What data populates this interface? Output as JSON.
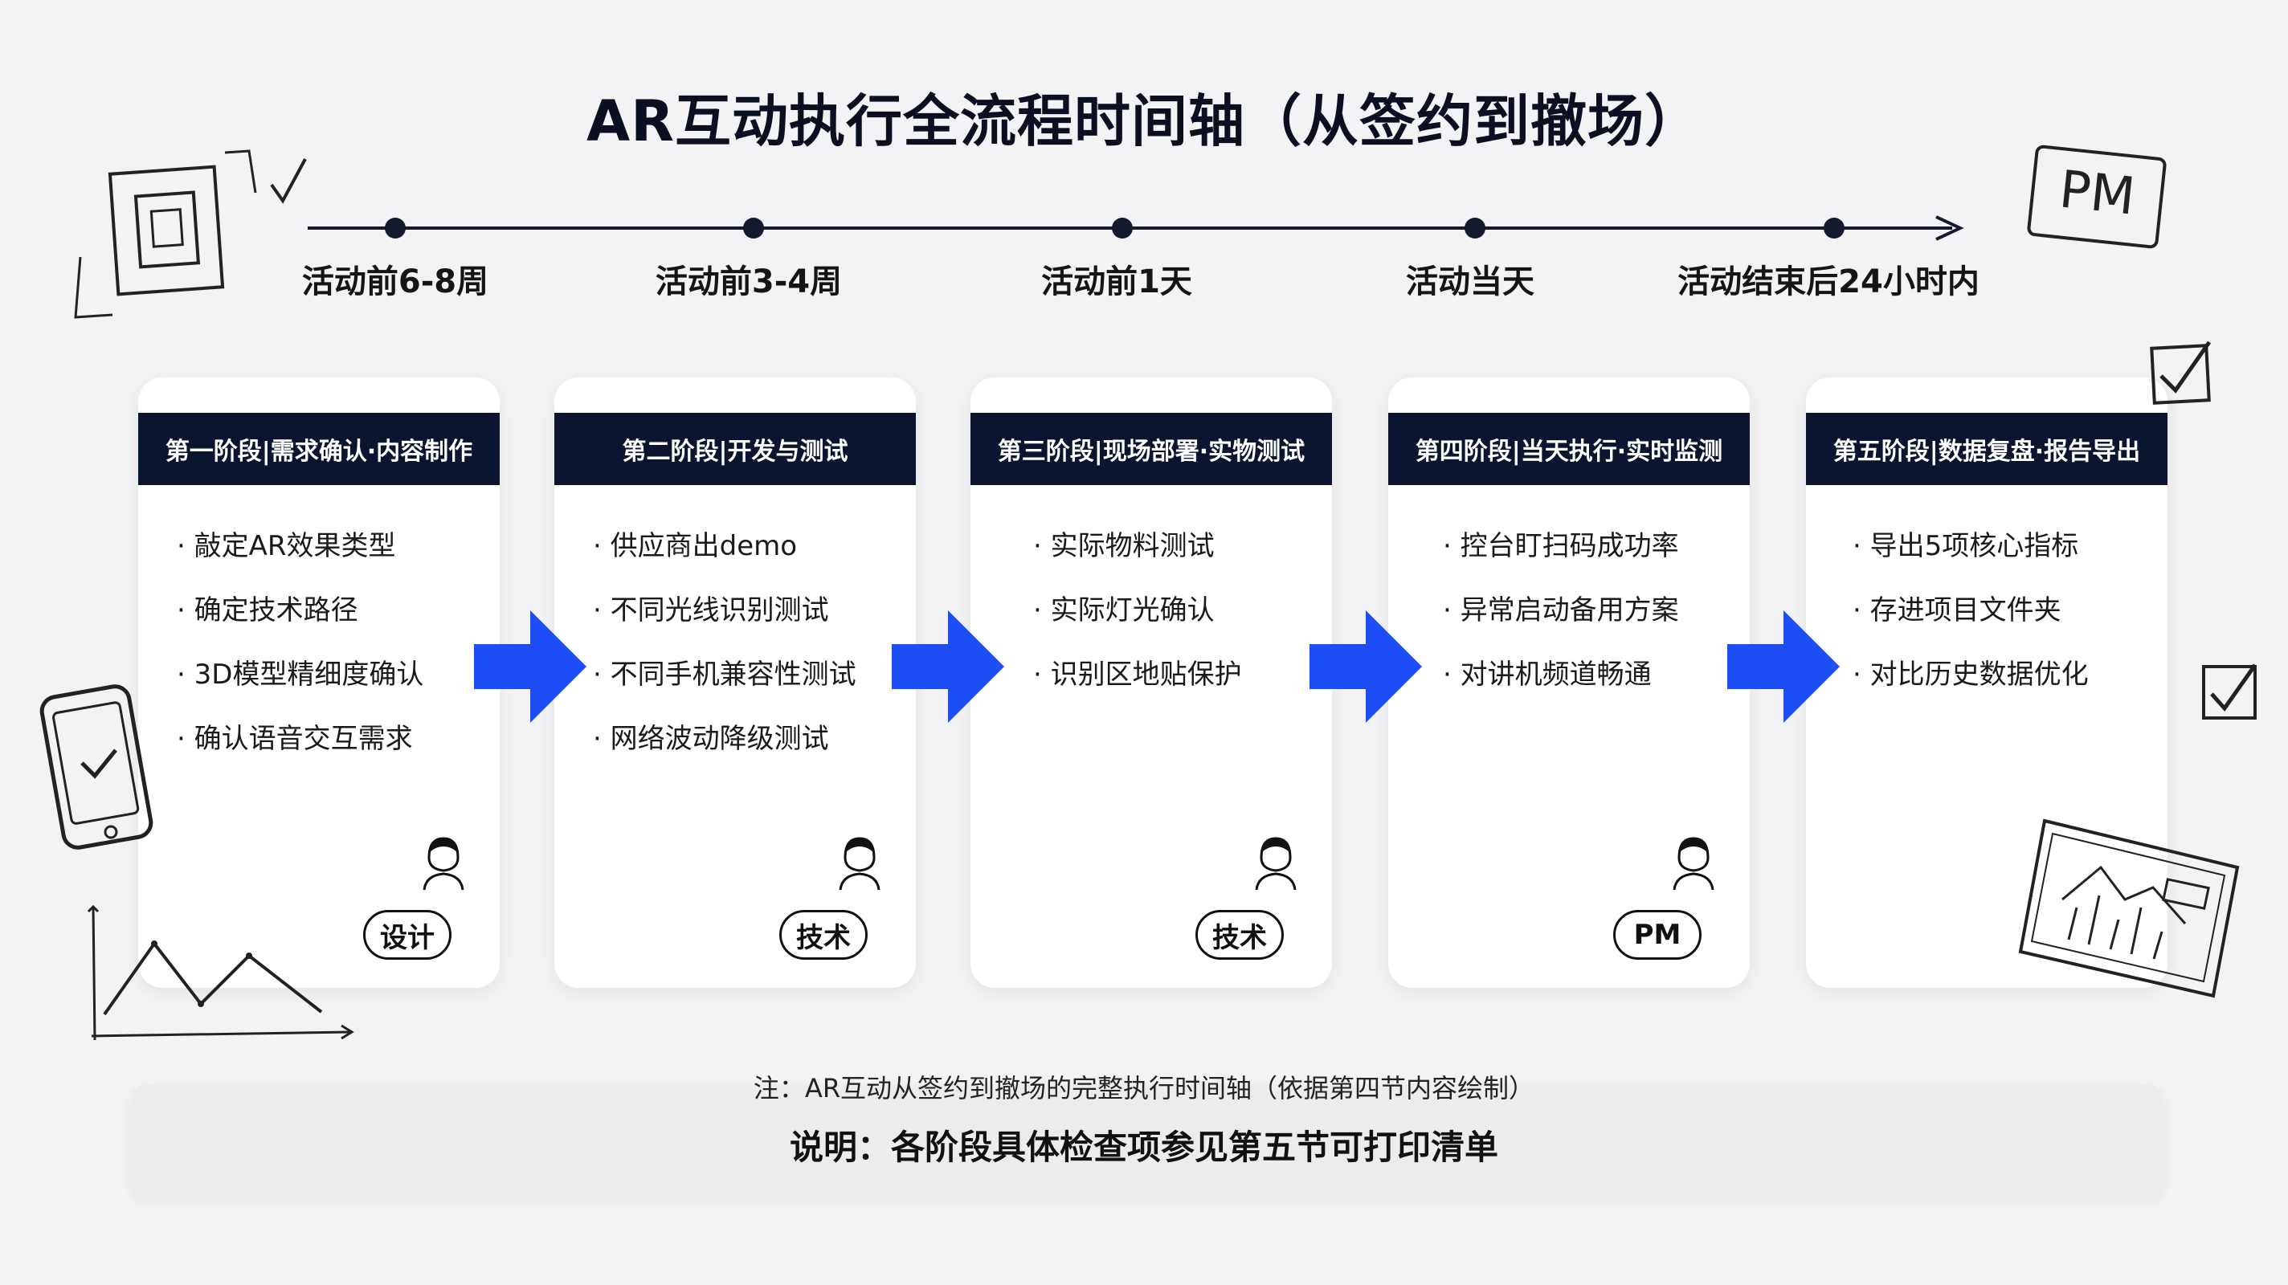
{
  "title": "AR互动执行全流程时间轴（从签约到撤场）",
  "timeline": [
    {
      "label": "活动前6-8周"
    },
    {
      "label": "活动前3-4周"
    },
    {
      "label": "活动前1天"
    },
    {
      "label": "活动当天"
    },
    {
      "label": "活动结束后24小时内"
    }
  ],
  "stages": [
    {
      "header": "第一阶段|需求确认·内容制作",
      "items": [
        "敲定AR效果类型",
        "确定技术路径",
        "3D模型精细度确认",
        "确认语音交互需求"
      ],
      "role": "设计"
    },
    {
      "header": "第二阶段|开发与测试",
      "items": [
        "供应商出demo",
        "不同光线识别测试",
        "不同手机兼容性测试",
        "网络波动降级测试"
      ],
      "role": "技术"
    },
    {
      "header": "第三阶段|现场部署·实物测试",
      "items": [
        "实际物料测试",
        "实际灯光确认",
        "识别区地贴保护"
      ],
      "role": "技术"
    },
    {
      "header": "第四阶段|当天执行·实时监测",
      "items": [
        "控台盯扫码成功率",
        "异常启动备用方案",
        "对讲机频道畅通"
      ],
      "role": "PM"
    },
    {
      "header": "第五阶段|数据复盘·报告导出",
      "items": [
        "导出5项核心指标",
        "存进项目文件夹",
        "对比历史数据优化"
      ],
      "role": ""
    }
  ],
  "decorations": {
    "pm_sign": "PM"
  },
  "note": "注：AR互动从签约到撤场的完整执行时间轴（依据第四节内容绘制）",
  "footer": "说明：各阶段具体检查项参见第五节可打印清单",
  "colors": {
    "accent_arrow": "#1d4ef5",
    "header_bg": "#0c1530",
    "timeline": "#14192e"
  }
}
